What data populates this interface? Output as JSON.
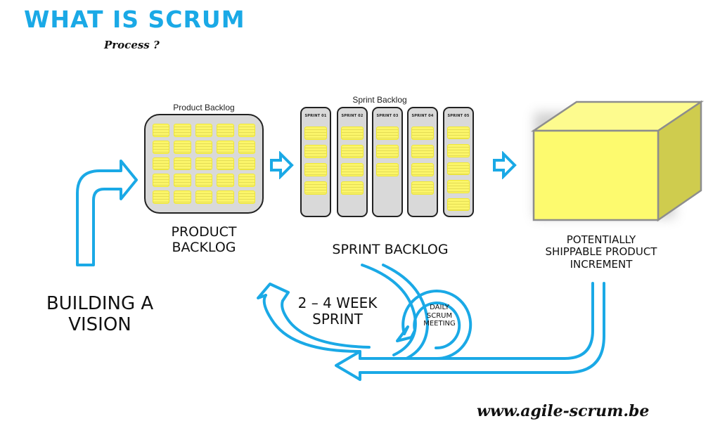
{
  "header": {
    "title": "WHAT IS SCRUM",
    "subtitle": "Process ?"
  },
  "colors": {
    "accent": "#1aa9e6",
    "card": "#fbf56a",
    "board": "#d9d9d9",
    "increment_front": "#fdfa6e",
    "increment_top": "#fdfb8e",
    "increment_side": "#cfcc4e"
  },
  "vision": {
    "label_line1": "BUILDING A",
    "label_line2": "VISION"
  },
  "product_backlog": {
    "caption": "Product Backlog",
    "label_line1": "PRODUCT",
    "label_line2": "BACKLOG",
    "rows": 5,
    "columns": 5
  },
  "sprint_backlog": {
    "caption": "Sprint Backlog",
    "label": "SPRINT BACKLOG",
    "sprints": [
      {
        "name": "SPRINT 01",
        "cards": 4
      },
      {
        "name": "SPRINT 02",
        "cards": 4
      },
      {
        "name": "SPRINT 03",
        "cards": 3
      },
      {
        "name": "SPRINT 04",
        "cards": 4
      },
      {
        "name": "SPRINT 05",
        "cards": 5
      }
    ]
  },
  "increment": {
    "label_line1": "POTENTIALLY",
    "label_line2": "SHIPPABLE PRODUCT",
    "label_line3": "INCREMENT"
  },
  "cycle": {
    "sprint_line1": "2 – 4 WEEK",
    "sprint_line2": "SPRINT",
    "daily_line1": "DAILY",
    "daily_line2": "SCRUM",
    "daily_line3": "MEETING"
  },
  "footer": {
    "url": "www.agile-scrum.be"
  },
  "icons": {
    "flow_arrow": "right-arrow-icon",
    "vision_arrow": "bent-up-right-arrow-icon",
    "increment": "cube-icon",
    "cycle": "circular-arrow-icon"
  }
}
